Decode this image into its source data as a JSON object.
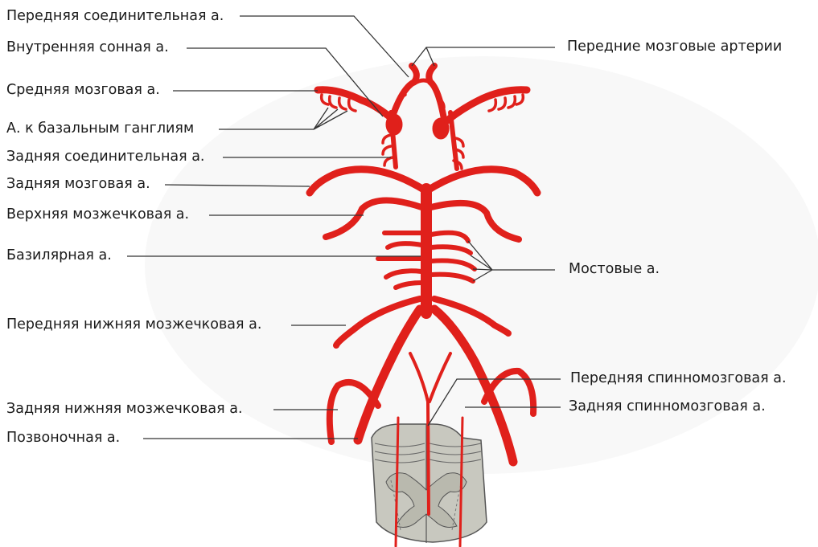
{
  "labels": {
    "ant_communicating": "Передняя соединительная а.",
    "internal_carotid": "Внутренняя сонная а.",
    "middle_cerebral": "Средняя мозговая а.",
    "basal_ganglia": "А. к базальным ганглиям",
    "post_communicating": "Задняя соединительная а.",
    "post_cerebral": "Задняя мозговая а.",
    "sup_cerebellar": "Верхняя мозжечковая а.",
    "basilar": "Базилярная а.",
    "ant_inf_cerebellar": "Передняя нижняя мозжечковая а.",
    "post_inf_cerebellar": "Задняя нижняя мозжечковая а.",
    "vertebral": "Позвоночная а.",
    "ant_cerebral": "Передние мозговые артерии",
    "pontine": "Мостовые а.",
    "ant_spinal": "Передняя спинномозговая а.",
    "post_spinal": "Задняя спинномозговая а."
  },
  "colors": {
    "artery": "#e0201b",
    "leader": "#333333",
    "cord_grey": "#c8c8bf",
    "cord_inner": "#b9b9ae"
  }
}
